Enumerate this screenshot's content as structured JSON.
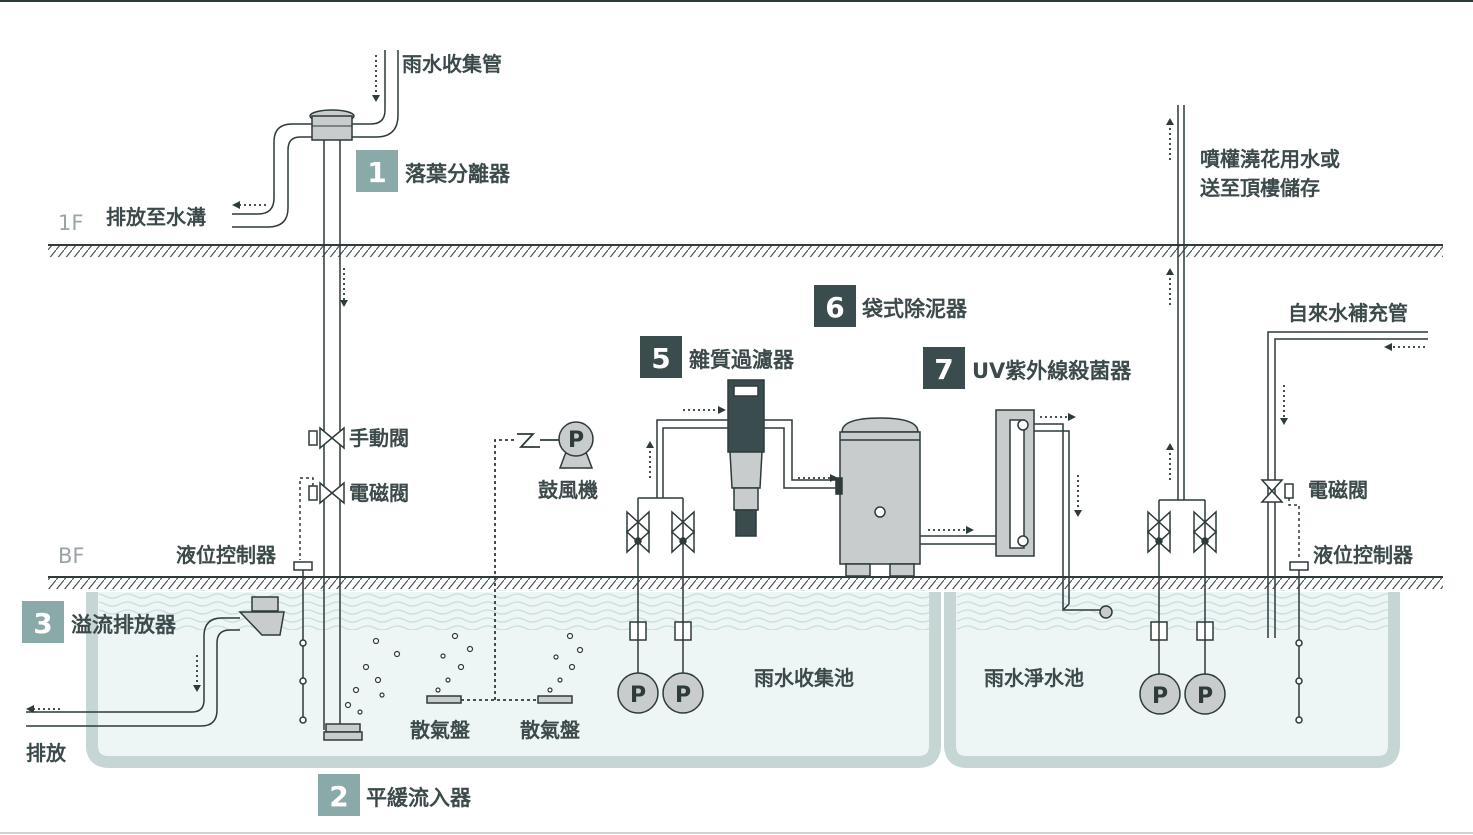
{
  "colors": {
    "ink": "#2f3a3b",
    "tank_border": "#c5d6d5",
    "water": "#e6f0f0",
    "badge": "#3b4c4e",
    "badge_light": "#8aa9a9",
    "device_grey": "#c8cccc"
  },
  "floors": {
    "f1": "1F",
    "bf": "BF"
  },
  "components": {
    "c1": {
      "num": "1",
      "label": "落葉分離器"
    },
    "c2": {
      "num": "2",
      "label": "平緩流入器"
    },
    "c3": {
      "num": "3",
      "label": "溢流排放器"
    },
    "c5": {
      "num": "5",
      "label": "雜質過濾器"
    },
    "c6": {
      "num": "6",
      "label": "袋式除泥器"
    },
    "c7": {
      "num": "7",
      "label": "UV紫外線殺菌器"
    }
  },
  "labels": {
    "rain_pipe": "雨水收集管",
    "drain_ditch": "排放至水溝",
    "manual_valve": "手動閥",
    "solenoid_valve": "電磁閥",
    "level_controller": "液位控制器",
    "blower": "鼓風機",
    "diffuser": "散氣盤",
    "discharge": "排放",
    "collect_tank": "雨水收集池",
    "clean_tank": "雨水淨水池",
    "use_line1": "噴權澆花用水或",
    "use_line2": "送至頂樓儲存",
    "tap_pipe": "自來水補充管",
    "solenoid_valve_right": "電磁閥",
    "level_controller_right": "液位控制器"
  },
  "symbols": {
    "pump": "P",
    "blower": "P"
  }
}
